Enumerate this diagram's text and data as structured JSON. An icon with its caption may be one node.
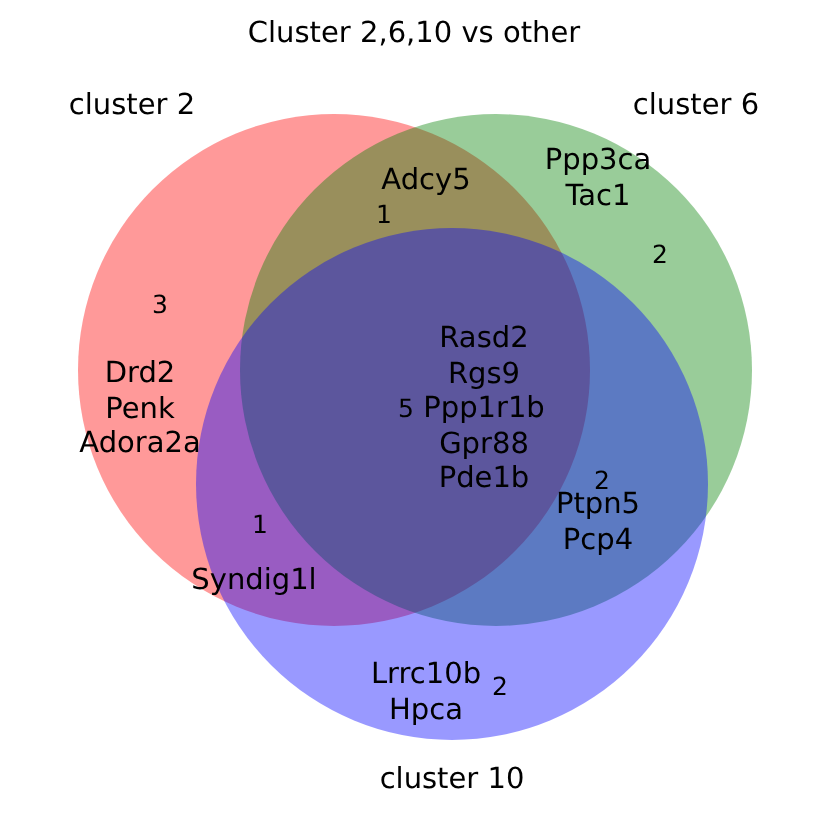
{
  "diagram": {
    "title": "Cluster 2,6,10 vs other",
    "nodes": [
      {
        "text": [
          "cluster 2"
        ]
      },
      {
        "text": [
          "cluster 6"
        ]
      },
      {
        "text": [
          "cluster 10"
        ]
      }
    ],
    "labels": [
      "Adcy5",
      "1",
      "Ppp3ca Tac1",
      "2",
      "3",
      "Rasd2 Rgs9 Ppp1r1b Gpr88 Pde1b",
      "Drd2 Penk Adora2a",
      "5",
      "2",
      "Ptpn5 Pcp4",
      "1",
      "Syndig1l",
      "Lrrc10b Hpca",
      "2"
    ]
  }
}
